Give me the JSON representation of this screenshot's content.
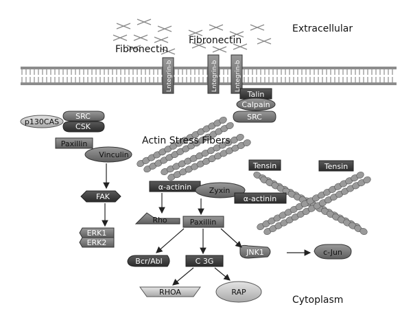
{
  "regions": {
    "extracellular": "Extracellular",
    "cytoplasm": "Cytoplasm"
  },
  "labels": {
    "fibronectin_1": "Fibronectin",
    "fibronectin_2": "Fibronectin",
    "integrin_1": "Lntegrin-b",
    "integrin_2": "Lntegrin-b",
    "integrin_3": "Lntegrin-b",
    "talin": "Talin",
    "calpain": "Calpain",
    "src_right": "SRC",
    "p130cas": "p130CAS",
    "src_left": "SRC",
    "csk": "CSK",
    "paxillin_top": "Paxillin",
    "vinculin": "Vinculin",
    "actin_stress_fibers": "Actin Stress Fibers",
    "tensin_1": "Tensin",
    "tensin_2": "Tensin",
    "alpha_actinin_1": "α-actinin",
    "zyxin": "Zyxin",
    "alpha_actinin_2": "α-actinin",
    "fak": "FAK",
    "rho": "Rho",
    "paxillin_mid": "Paxillin",
    "erk1": "ERK1",
    "erk2": "ERK2",
    "bcr_abl": "Bcr/Abl",
    "c3g": "C 3G",
    "jnk1": "JNK1",
    "cjun": "c-Jun",
    "rhoa": "RHOA",
    "rap": "RAP"
  },
  "colors": {
    "dark_box": "#3d3d3d",
    "medium_shape": "#7a7a7a",
    "light_shape": "#bdbdbd",
    "fiber": "#9a9a9a",
    "membrane": "#8c8c8c"
  }
}
